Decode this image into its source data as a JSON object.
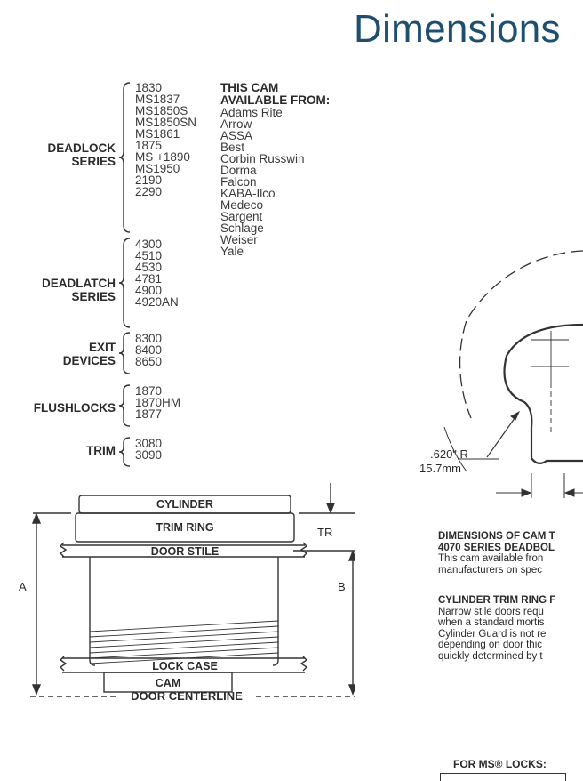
{
  "title": "Dimensions",
  "series": [
    {
      "label_line1": "DEADLOCK",
      "label_line2": "SERIES",
      "codes": [
        "1830",
        "MS1837",
        "MS1850S",
        "MS1850SN",
        "MS1861",
        "1875",
        "MS +1890",
        "MS1950",
        "2190",
        "2290"
      ]
    },
    {
      "label_line1": "DEADLATCH",
      "label_line2": "SERIES",
      "codes": [
        "4300",
        "4510",
        "4530",
        "4781",
        "4900",
        "4920AN"
      ]
    },
    {
      "label_line1": "EXIT",
      "label_line2": "DEVICES",
      "codes": [
        "8300",
        "8400",
        "8650"
      ]
    },
    {
      "label_line1": "FLUSHLOCKS",
      "label_line2": "",
      "codes": [
        "1870",
        "1870HM",
        "1877"
      ]
    },
    {
      "label_line1": "TRIM",
      "label_line2": "",
      "codes": [
        "3080",
        "3090"
      ]
    }
  ],
  "availability": {
    "heading_line1": "THIS CAM",
    "heading_line2": "AVAILABLE FROM:",
    "manufacturers": [
      "Adams Rite",
      "Arrow",
      "ASSA",
      "Best",
      "Corbin Russwin",
      "Dorma",
      "Falcon",
      "KABA-Ilco",
      "Medeco",
      "Sargent",
      "Schlage",
      "Weiser",
      "Yale"
    ]
  },
  "cylinder_diagram": {
    "cylinder": "CYLINDER",
    "trim_ring": "TRIM RING",
    "door_stile": "DOOR STILE",
    "lock_case": "LOCK CASE",
    "cam": "CAM",
    "door_centerline": "DOOR CENTERLINE",
    "dim_a": "A",
    "dim_b": "B",
    "dim_tr": "TR"
  },
  "cam_diagram": {
    "radius_in": ".620\" R",
    "radius_mm": "15.7mm"
  },
  "notes": {
    "cam_heading_1": "DIMENSIONS OF CAM T",
    "cam_heading_2": "4070 SERIES DEADBOL",
    "cam_text_1": "This cam available fron",
    "cam_text_2": "manufacturers on spec",
    "trim_heading": "CYLINDER TRIM RING F",
    "trim_text": [
      "Narrow stile doors requ",
      "when a standard mortis",
      "Cylinder Guard is not re",
      "depending on door thic",
      "quickly determined by t"
    ],
    "ms_locks": "FOR MS® LOCKS:"
  }
}
